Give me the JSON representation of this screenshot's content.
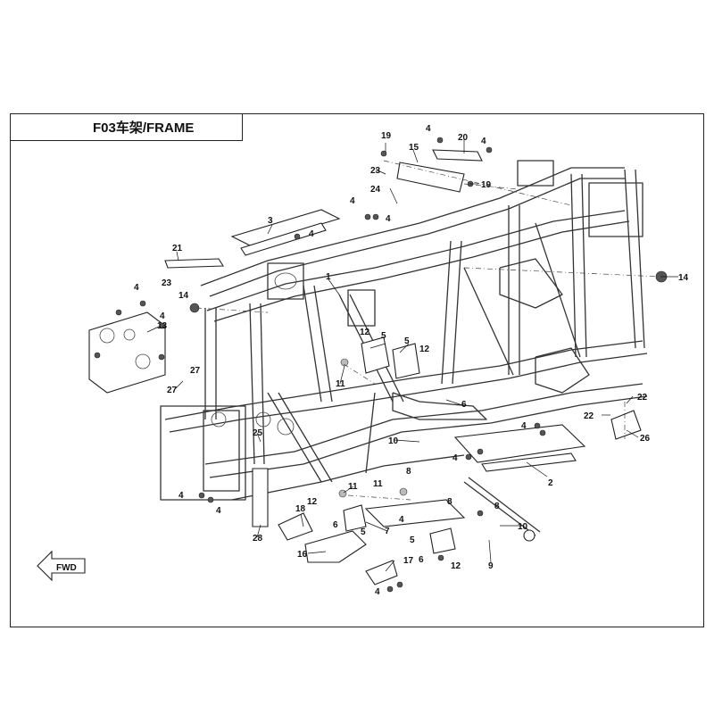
{
  "title": "F03车架/FRAME",
  "direction_label": "FWD",
  "callouts": [
    "1",
    "2",
    "3",
    "4",
    "5",
    "6",
    "7",
    "8",
    "9",
    "10",
    "11",
    "12",
    "13",
    "14",
    "15",
    "16",
    "17",
    "18",
    "19",
    "20",
    "21",
    "22",
    "23",
    "24",
    "25",
    "26",
    "27",
    "28"
  ]
}
